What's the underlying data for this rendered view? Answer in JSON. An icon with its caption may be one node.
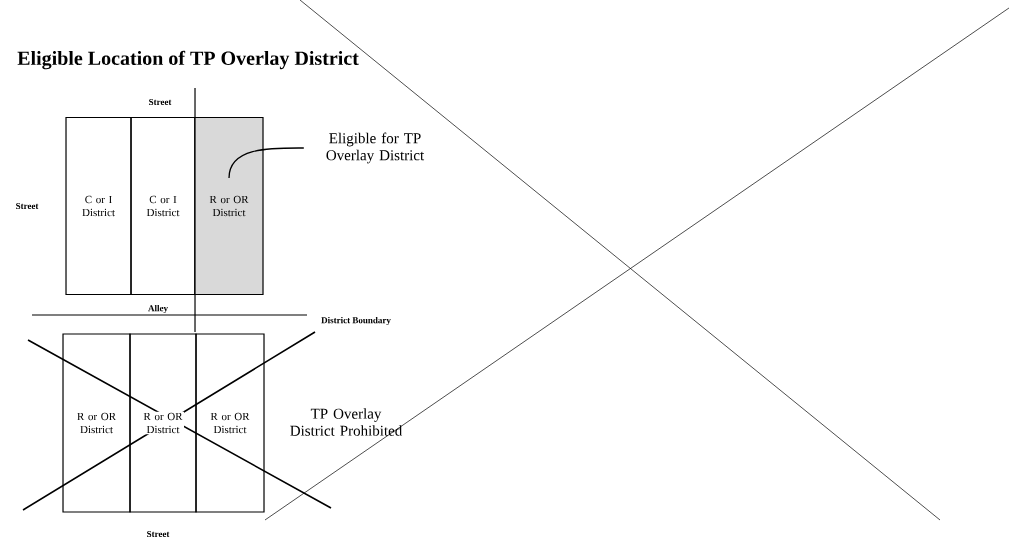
{
  "diagram": {
    "title": "Eligible Location of TP Overlay District",
    "nodes": [
      {
        "text": [
          "C or I District"
        ]
      },
      {
        "text": [
          "C or I District"
        ]
      },
      {
        "text": [
          "R or OR District"
        ]
      },
      {
        "text": [
          "Eligible for TP Overlay District"
        ]
      },
      {
        "text": [
          "R or OR District"
        ]
      },
      {
        "text": [
          "R or OR District"
        ]
      },
      {
        "text": [
          "R or OR District"
        ]
      }
    ],
    "edges": [
      {
        "from": 3,
        "to": 2,
        "arrow": "none"
      }
    ],
    "labels": [
      "Street",
      "Street",
      "Alley",
      "District Boundary",
      "TP Overlay District Prohibited",
      "Street"
    ]
  }
}
